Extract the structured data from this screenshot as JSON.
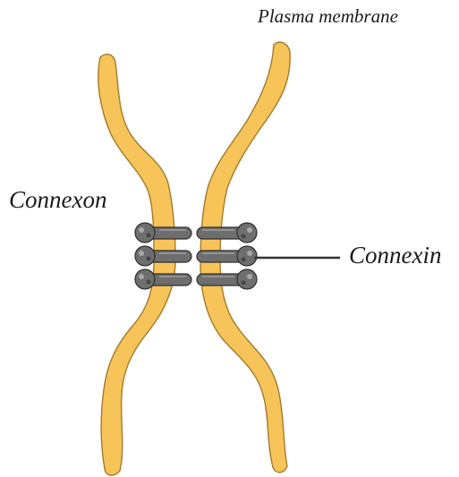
{
  "labels": {
    "plasma_membrane": "Plasma membrane",
    "connexon": "Connexon",
    "connexin": "Connexin"
  },
  "colors": {
    "membrane_fill": "#f7c45a",
    "membrane_edge": "#a27b2c",
    "protein_fill": "#6e6e6e",
    "protein_dark": "#454545",
    "protein_light": "#a8a8a8",
    "pointer_line": "#333333",
    "text": "#1a1a1a"
  },
  "structure": {
    "connexon_rows": 3,
    "connexins_per_membrane_per_row": 1
  }
}
